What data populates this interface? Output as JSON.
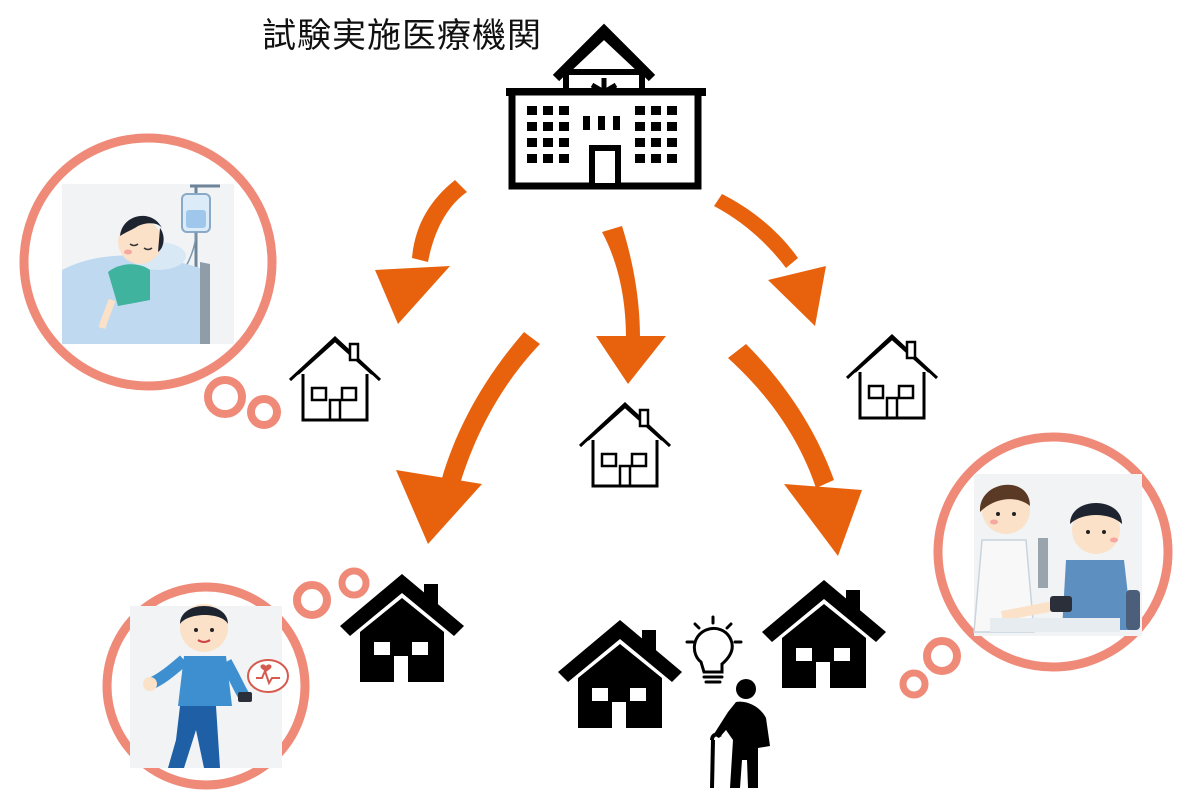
{
  "title": "試験実施医療機関",
  "colors": {
    "arrow": "#E8620E",
    "bubble_ring": "#F08A78",
    "icon": "#000000",
    "skin": "#FBE1C8",
    "shirt_teal": "#3FB39D",
    "shirt_blue": "#3E8FD0",
    "bed_blue": "#BFD9F0"
  },
  "icons": {
    "hospital": "hospital-icon",
    "house_outline": "house-outline-icon",
    "house_filled": "house-filled-icon",
    "lightbulb": "lightbulb-icon",
    "elderly": "elderly-person-with-cane-icon",
    "patient_in_bed": "patient-in-bed-illustration",
    "man_with_smartwatch": "man-with-smartwatch-illustration",
    "nurse_measuring_bp": "nurse-blood-pressure-illustration"
  }
}
